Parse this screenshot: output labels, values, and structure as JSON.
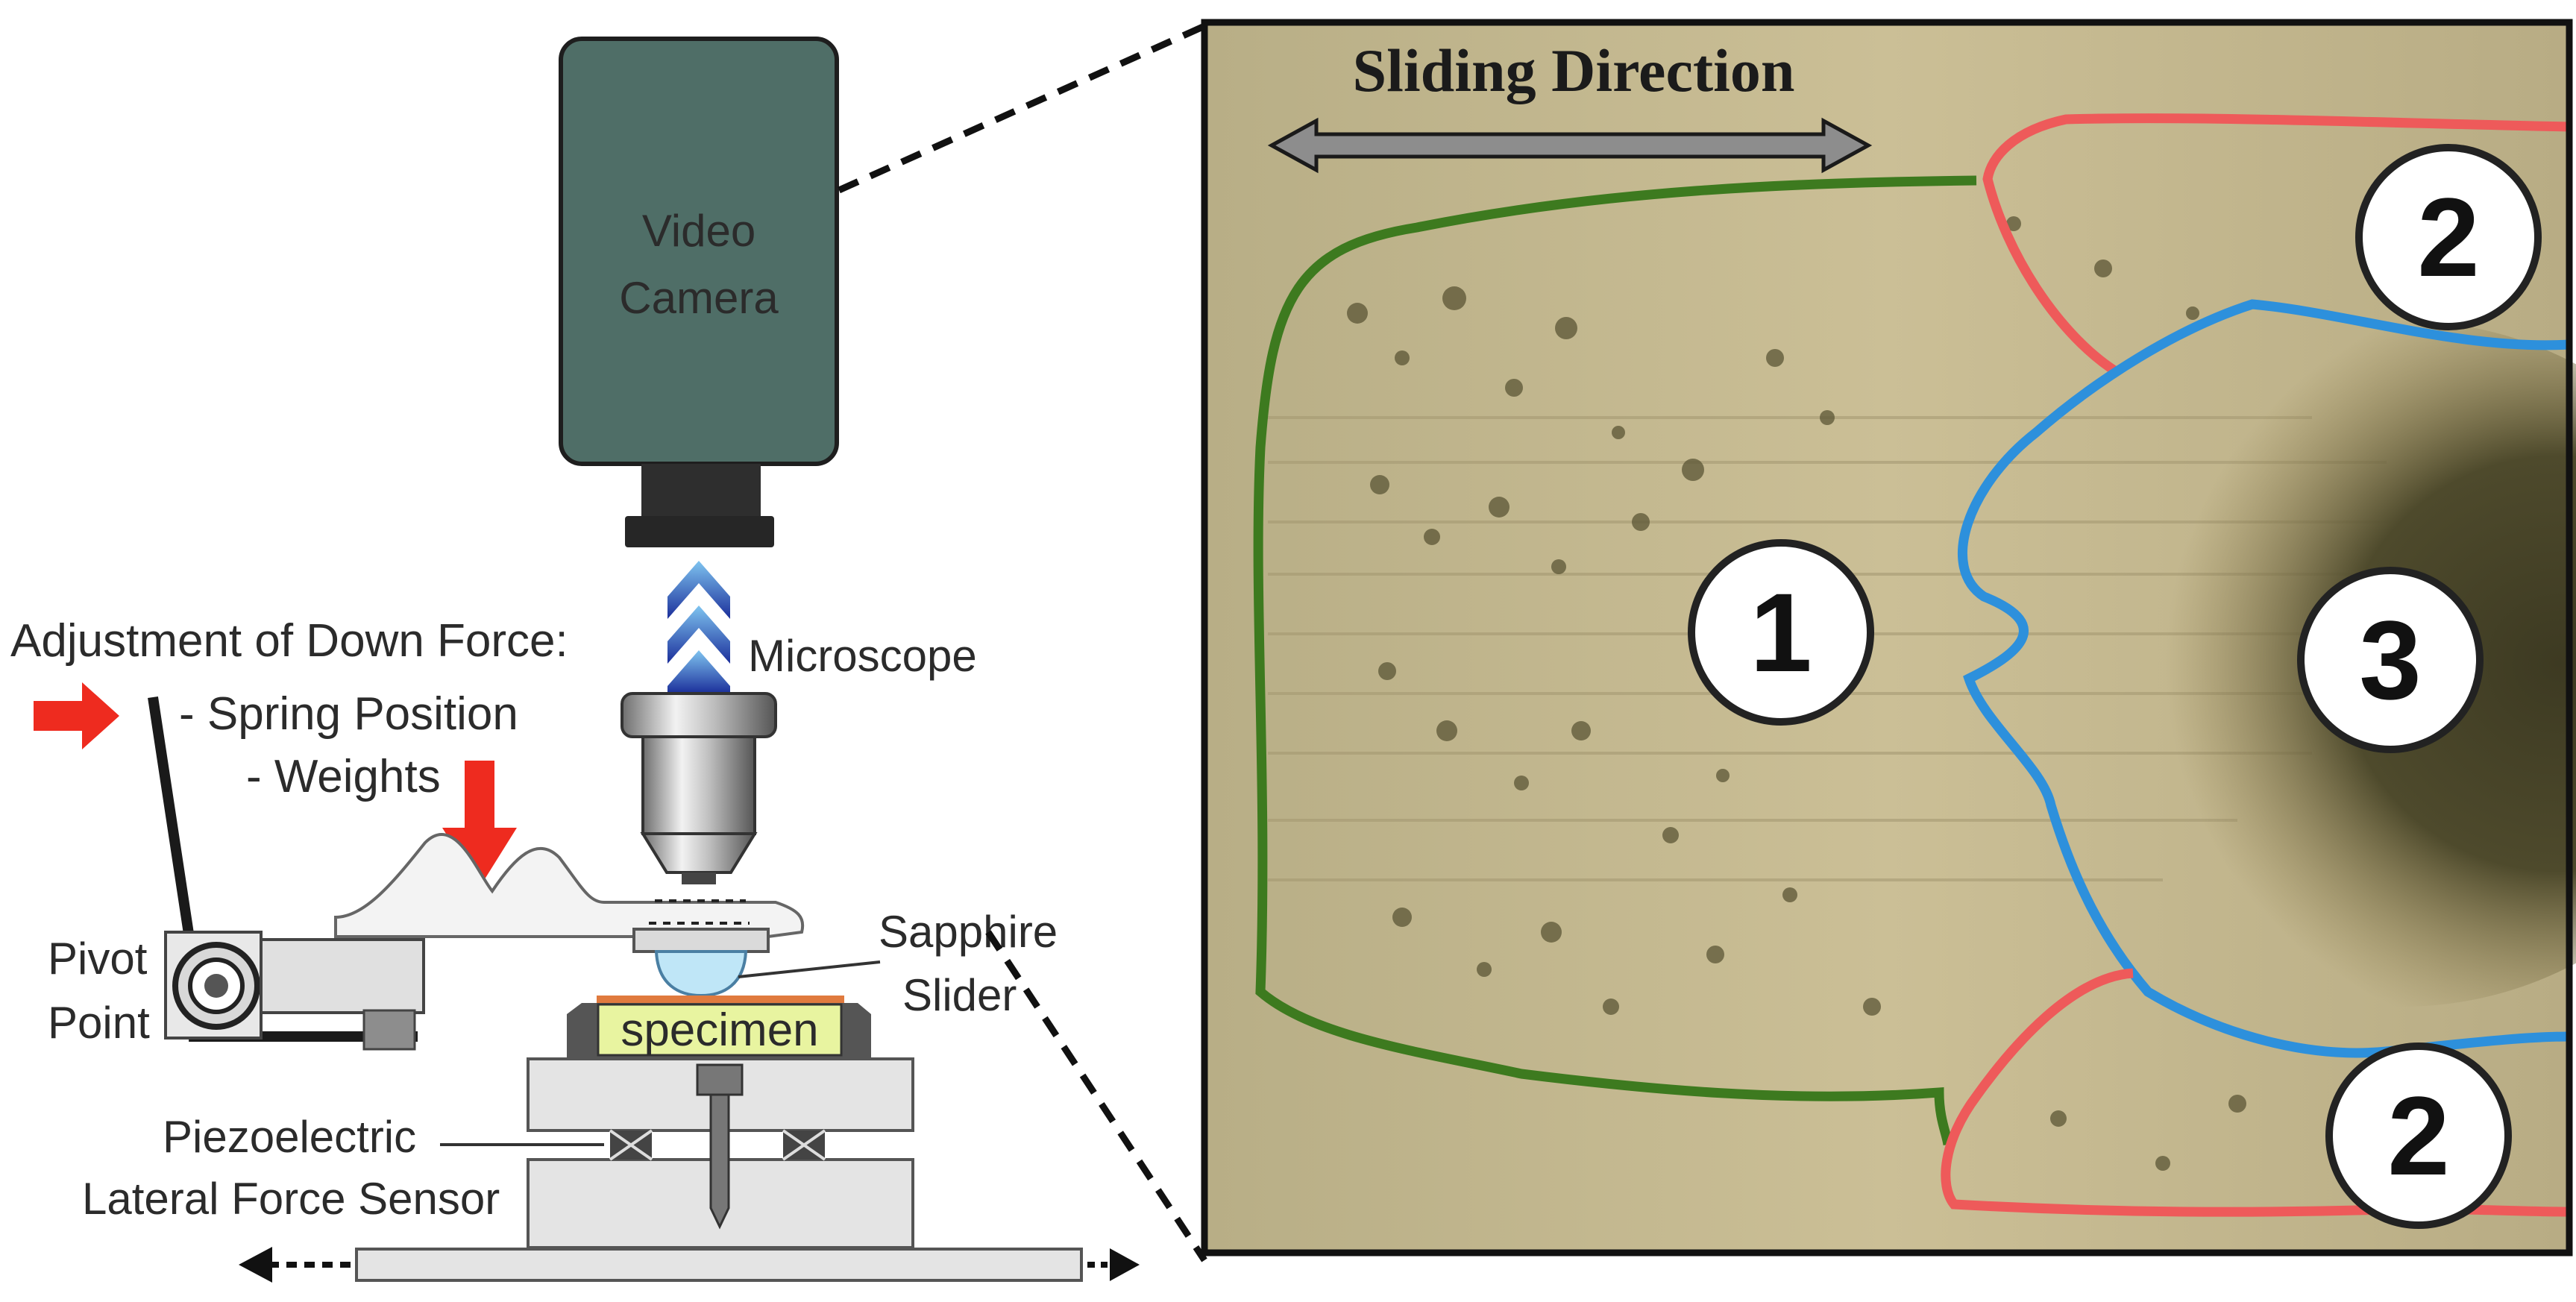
{
  "apparatus": {
    "camera_label_line1": "Video",
    "camera_label_line2": "Camera",
    "microscope_label": "Microscope",
    "adjustment_title": "Adjustment of Down Force:",
    "adjustment_item1": "- Spring Position",
    "adjustment_item2": "- Weights",
    "pivot_line1": "Pivot",
    "pivot_line2": "Point",
    "slider_line1": "Sapphire",
    "slider_line2": "Slider",
    "specimen_label": "specimen",
    "sensor_line1": "Piezoelectric",
    "sensor_line2": "Lateral Force Sensor"
  },
  "micrograph": {
    "direction_label": "Sliding Direction",
    "zones": [
      {
        "id": "1",
        "boundary_color": "#3d7a1f"
      },
      {
        "id": "2",
        "boundary_color": "#ee5a5a"
      },
      {
        "id": "3",
        "boundary_color": "#2d90dc"
      },
      {
        "id": "2",
        "boundary_color": "#ee5a5a"
      }
    ]
  },
  "colors": {
    "camera_body": "#4f6e67",
    "force_arrow": "#ee2b1f",
    "specimen_fill": "#e8f4a0",
    "specimen_coating": "#e07a3e",
    "photo_background": "#bfb38a"
  }
}
